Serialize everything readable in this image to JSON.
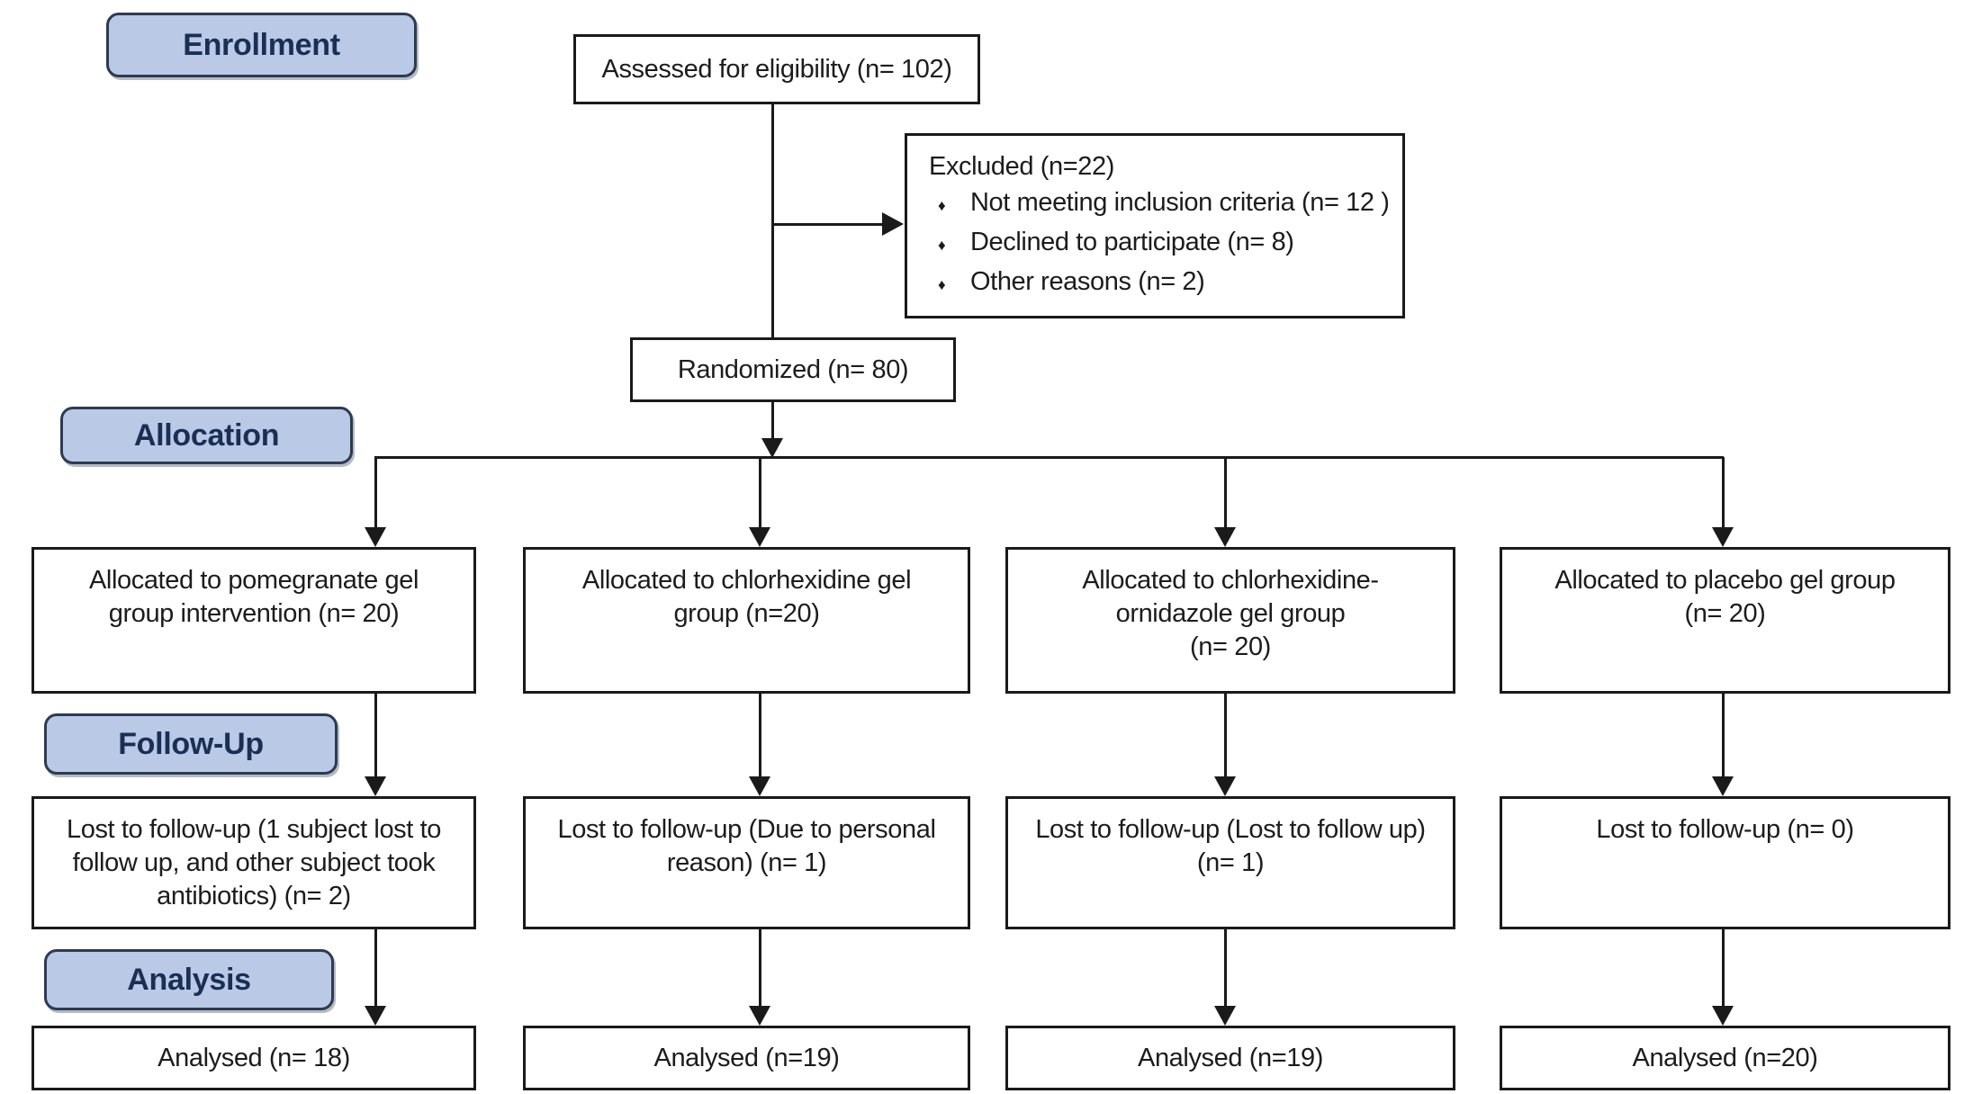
{
  "colors": {
    "label_fill": "#b9c9e6",
    "label_border": "#2d3b52",
    "label_text": "#1b2f55",
    "box_border": "#1a1a1a",
    "line": "#1a1a1a",
    "bg": "#ffffff"
  },
  "labels": {
    "enrollment": "Enrollment",
    "allocation": "Allocation",
    "followup": "Follow-Up",
    "analysis": "Analysis"
  },
  "enrollment": {
    "assessed": "Assessed for eligibility (n= 102)",
    "excluded_title": "Excluded (n=22)",
    "bullet": "♦",
    "excluded_items": [
      "Not meeting inclusion criteria (n= 12 )",
      "Declined to participate (n= 8)",
      "Other reasons (n= 2)"
    ],
    "randomized": "Randomized (n= 80)"
  },
  "columns": [
    {
      "allocated": "Allocated to pomegranate gel\ngroup intervention (n= 20)",
      "lost": "Lost to follow-up (1 subject lost to\nfollow up, and other subject took\nantibiotics) (n= 2)",
      "analysed": "Analysed (n= 18)"
    },
    {
      "allocated": "Allocated to chlorhexidine gel\ngroup (n=20)",
      "lost": "Lost to follow-up (Due to personal\nreason) (n= 1)",
      "analysed": "Analysed (n=19)"
    },
    {
      "allocated": "Allocated to chlorhexidine-\nornidazole gel group\n(n= 20)",
      "lost": "Lost to follow-up (Lost to follow up)\n(n= 1)",
      "analysed": "Analysed (n=19)"
    },
    {
      "allocated": "Allocated to placebo gel group\n(n= 20)",
      "lost": "Lost to follow-up (n= 0)",
      "analysed": "Analysed (n=20)"
    }
  ]
}
